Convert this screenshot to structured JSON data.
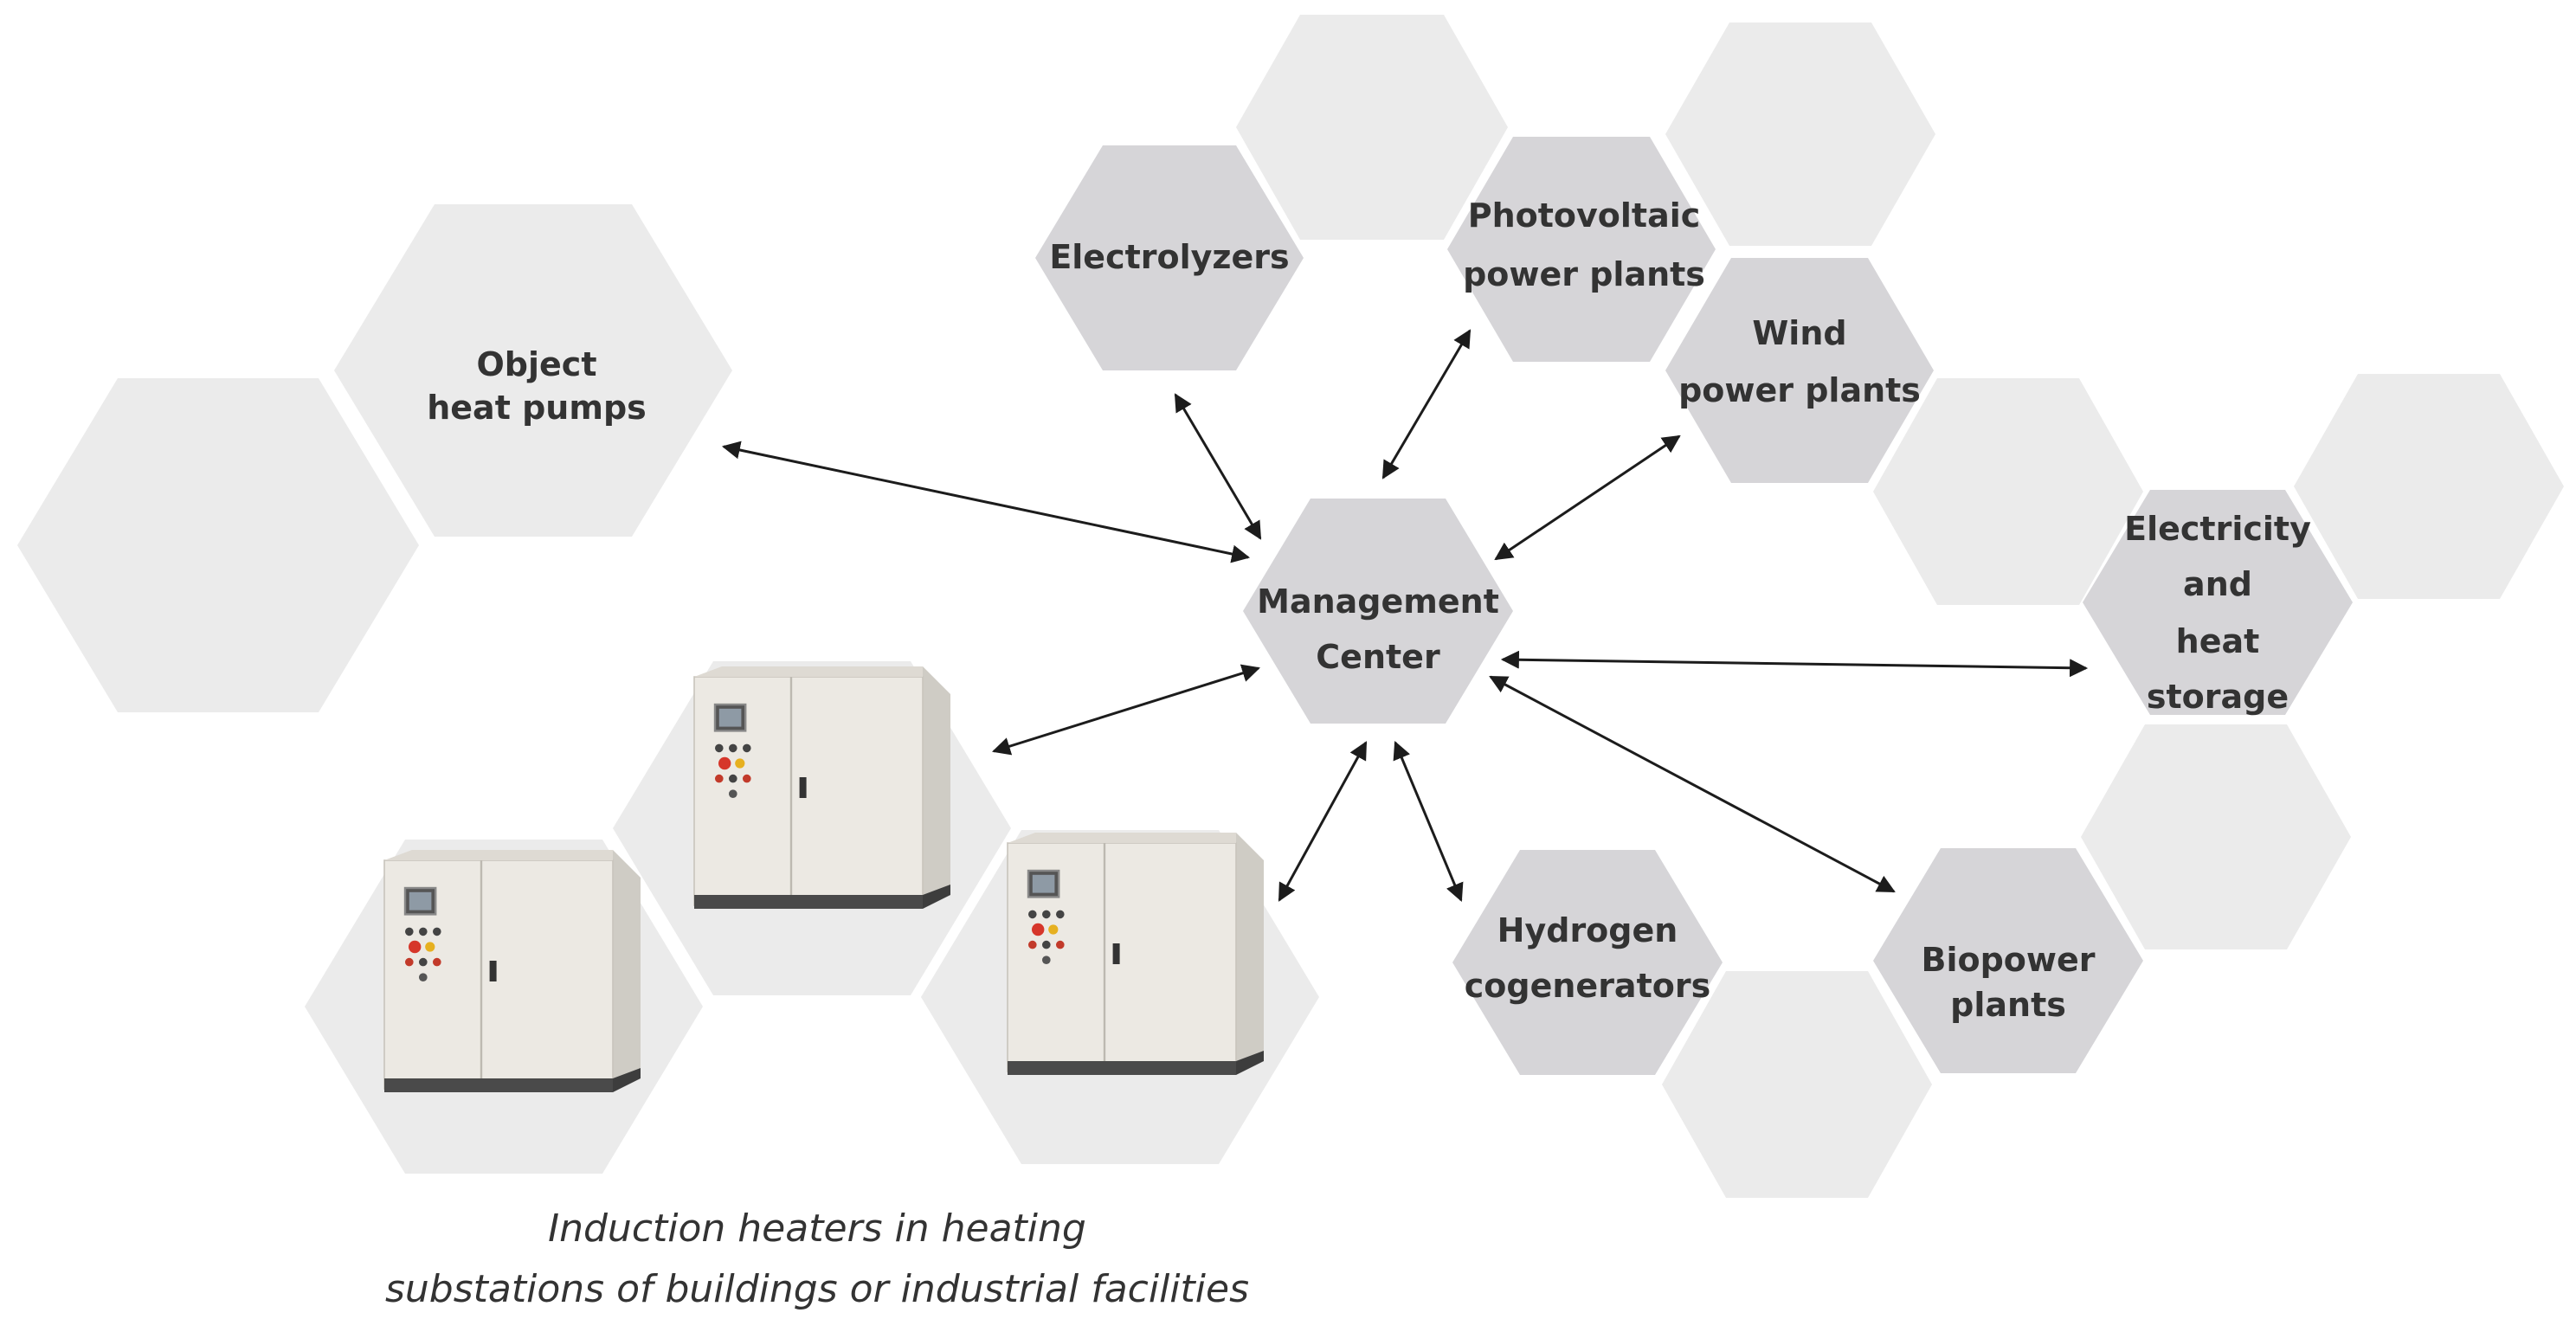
{
  "colors": {
    "background": "#ffffff",
    "hex_light": "#ebebeb",
    "hex_medium": "#d6d5d8",
    "text": "#333333",
    "arrow": "#1c1c1c",
    "cabinet_body": "#e9e6df",
    "cabinet_base": "#4a4a4a"
  },
  "nodes": {
    "center": {
      "line1": "Management",
      "line2": "Center"
    },
    "heat_pumps": {
      "line1": "Object",
      "line2": "heat pumps"
    },
    "electrolyzers": {
      "line1": "Electrolyzers"
    },
    "photovoltaic": {
      "line1": "Photovoltaic",
      "line2": "power plants"
    },
    "wind": {
      "line1": "Wind",
      "line2": "power plants"
    },
    "storage": {
      "line1": "Electricity",
      "line2": "and",
      "line3": "heat",
      "line4": "storage"
    },
    "hydrogen": {
      "line1": "Hydrogen",
      "line2": "cogenerators"
    },
    "biopower": {
      "line1": "Biopower",
      "line2": "plants"
    }
  },
  "caption": {
    "line1": "Induction heaters in heating",
    "line2": "substations of buildings or industrial facilities"
  },
  "images": [
    {
      "name": "induction-heater-cabinet-left",
      "description": "electrical cabinet"
    },
    {
      "name": "induction-heater-cabinet-middle",
      "description": "electrical cabinet"
    },
    {
      "name": "induction-heater-cabinet-right",
      "description": "electrical cabinet"
    }
  ]
}
